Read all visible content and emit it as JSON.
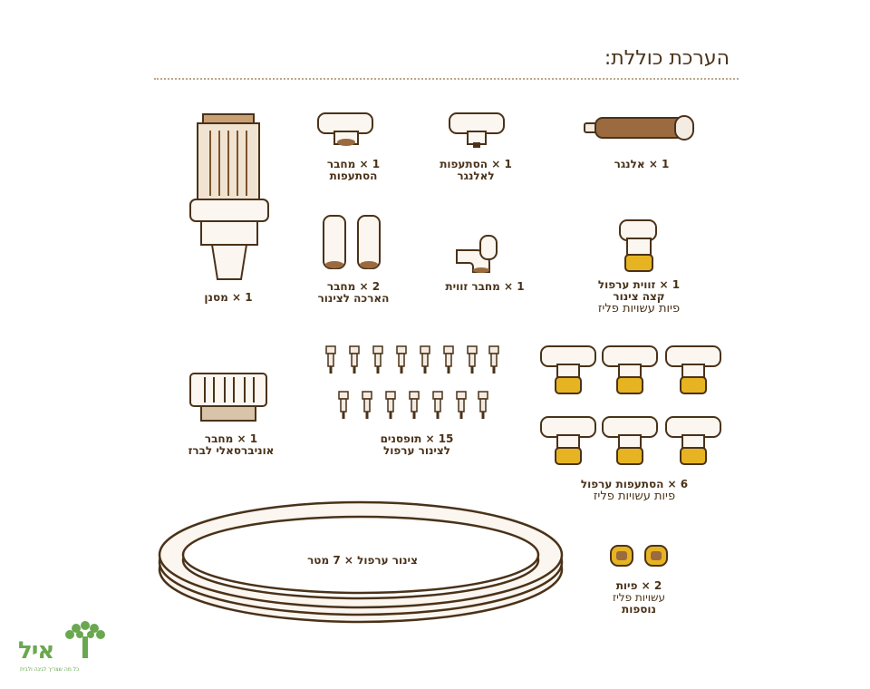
{
  "title": "הערכת כוללת:",
  "items": {
    "elongator": {
      "qty": "1 ×",
      "name": "אלנגר"
    },
    "elongator_branch": {
      "qty": "1 ×",
      "name": "הסתעפות",
      "name2": "לאלנגר"
    },
    "branch_connector": {
      "qty": "1 ×",
      "name": "מחבר",
      "name2": "הסתעפות"
    },
    "filter": {
      "qty": "1 ×",
      "name": "מסנן"
    },
    "mist_elbow": {
      "qty": "1 ×",
      "name": "זווית ערפול",
      "name2": "קצה צינור",
      "note": "פיות עשויות פליז"
    },
    "elbow_connector": {
      "qty": "1 ×",
      "name": "מחבר זווית"
    },
    "extension_connector": {
      "qty": "2 ×",
      "name": "מחבר",
      "name2": "הארכה לצינור"
    },
    "mist_branches": {
      "qty": "6 ×",
      "name": "הסתעפות ערפול",
      "note": "פיות עשויות פליז"
    },
    "plugs": {
      "qty": "15 ×",
      "name": "תופסנים",
      "name2": "לצינור ערפול"
    },
    "universal_connector": {
      "qty": "1 ×",
      "name": "מחבר",
      "name2": "אוניברסאלי לברז"
    },
    "nozzles": {
      "qty": "2 ×",
      "name": "פיות",
      "name2": "עשויות פליז",
      "name3": "נוספות"
    },
    "hose": {
      "label": "צינור ערפול × 7 מטר"
    }
  },
  "logo": {
    "text": "איל",
    "tagline": "כל מה שצריך לגינה ולבית"
  },
  "colors": {
    "ink": "#4a3219",
    "brass": "#e6b422",
    "accent": "#6aa84f",
    "divider": "#bda78d"
  }
}
